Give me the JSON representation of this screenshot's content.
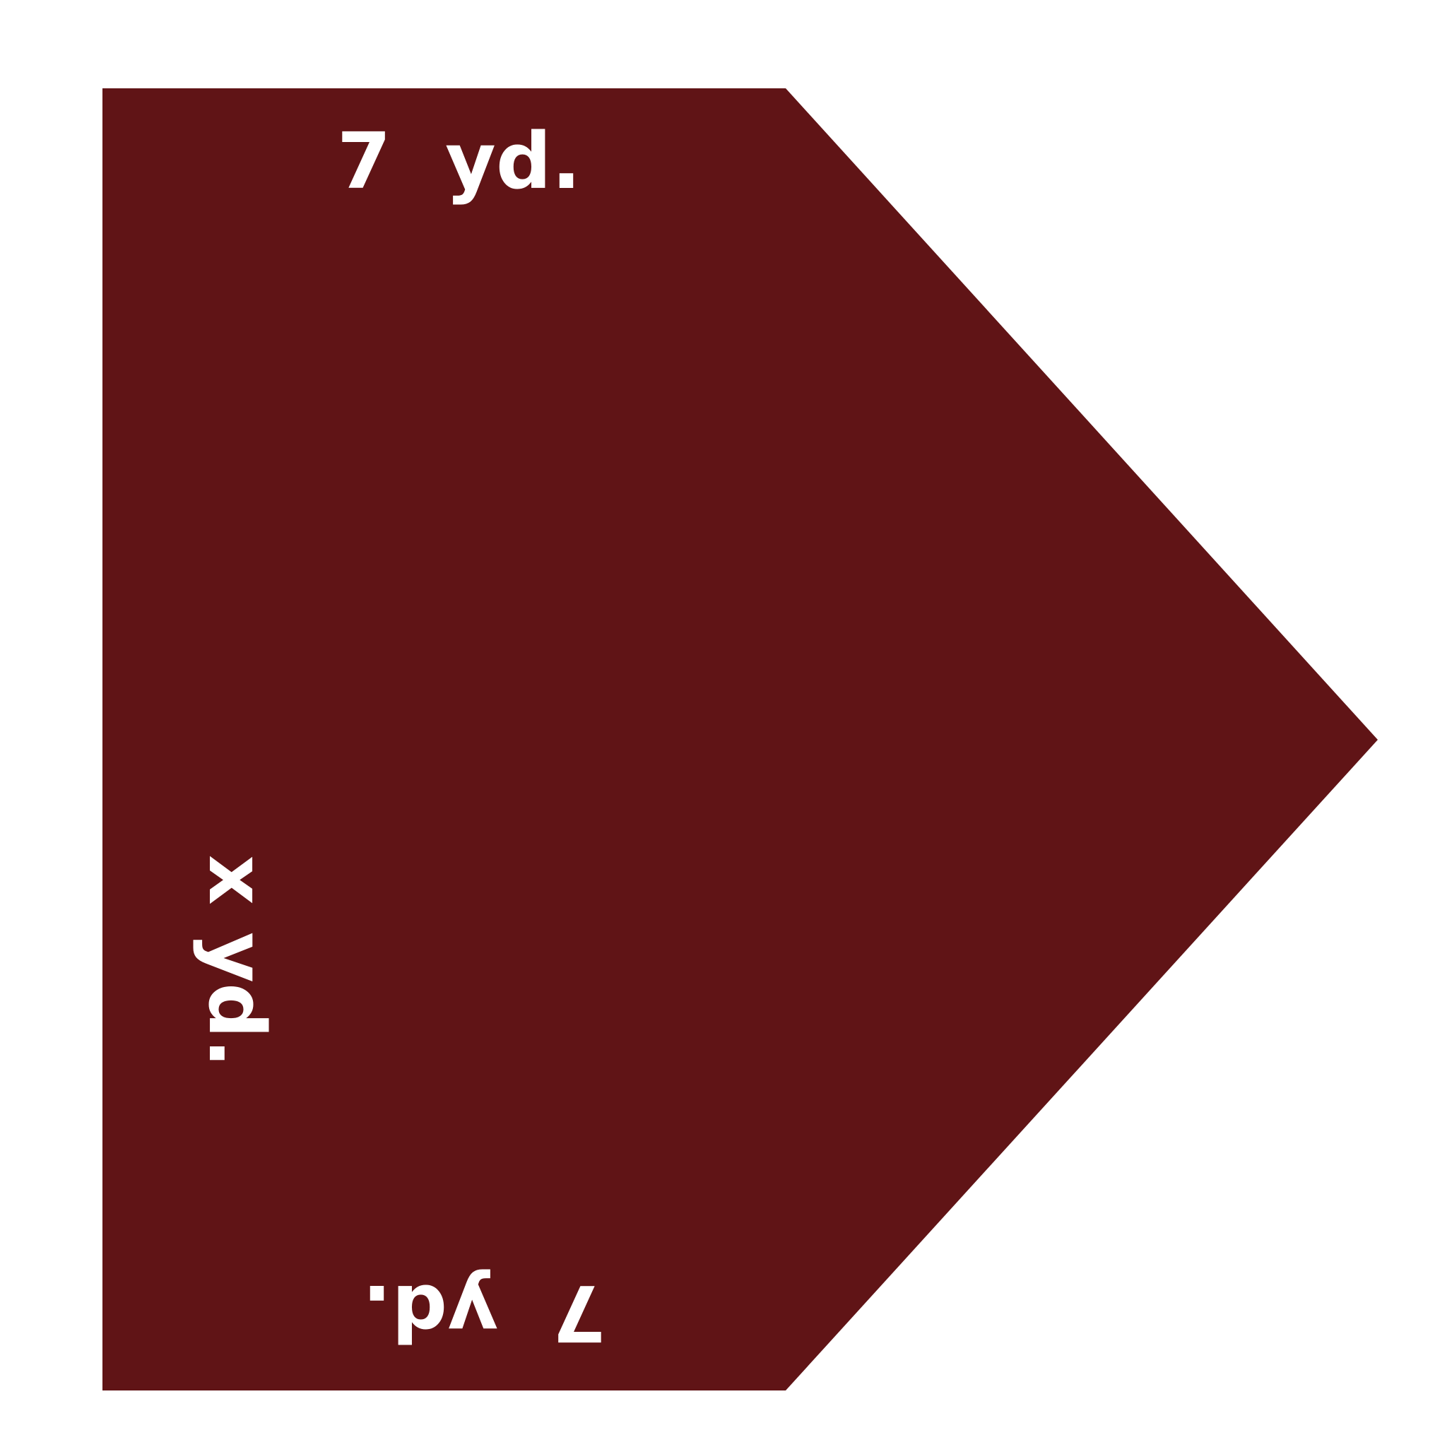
{
  "figure": {
    "shape": "pentagon",
    "fill_color": "#601416",
    "label_color": "#ffffff",
    "background_color": "#ffffff"
  },
  "labels": {
    "top_side": "7  yd.",
    "left_side": "x yd.",
    "bottom_side": "7  yd."
  }
}
